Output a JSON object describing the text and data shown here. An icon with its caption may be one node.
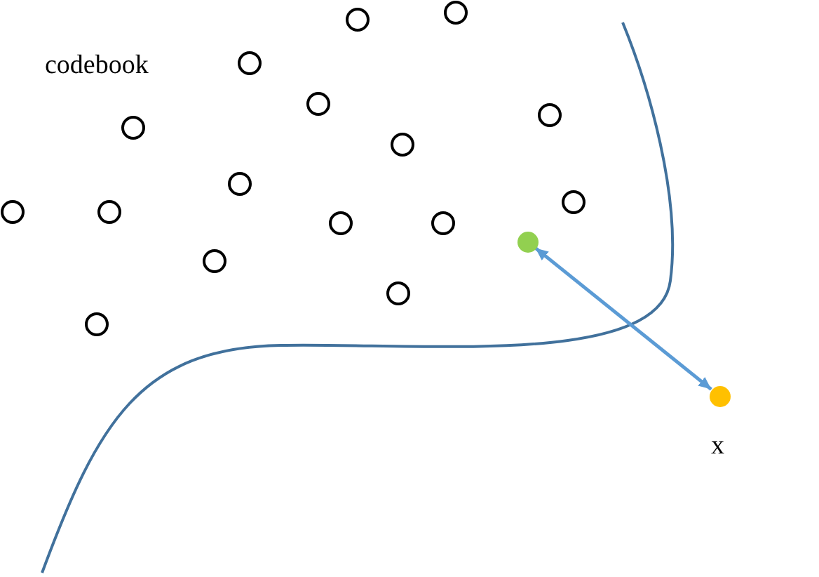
{
  "diagram": {
    "nodes": [
      {
        "text": [],
        "shape": "circle"
      },
      {
        "text": [],
        "shape": "circle",
        "beside": [
          "x"
        ]
      }
    ],
    "edges": [
      {
        "from": 0,
        "to": 1,
        "arrow": "both"
      }
    ],
    "labels": [
      "codebook"
    ]
  }
}
